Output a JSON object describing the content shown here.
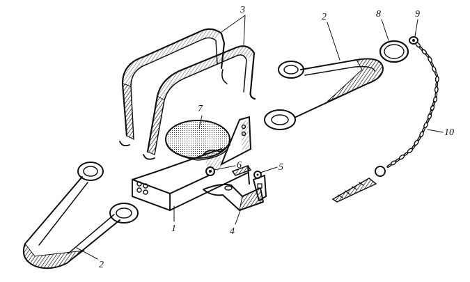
{
  "figure": {
    "labels": {
      "frame": "1",
      "spring_left": "2",
      "spring_right": "2",
      "jaws": "3",
      "dog": "4",
      "trigger_pin": "5",
      "pan_pivot": "6",
      "pan": "7",
      "ring": "8",
      "swivel": "9",
      "chain": "10"
    }
  }
}
